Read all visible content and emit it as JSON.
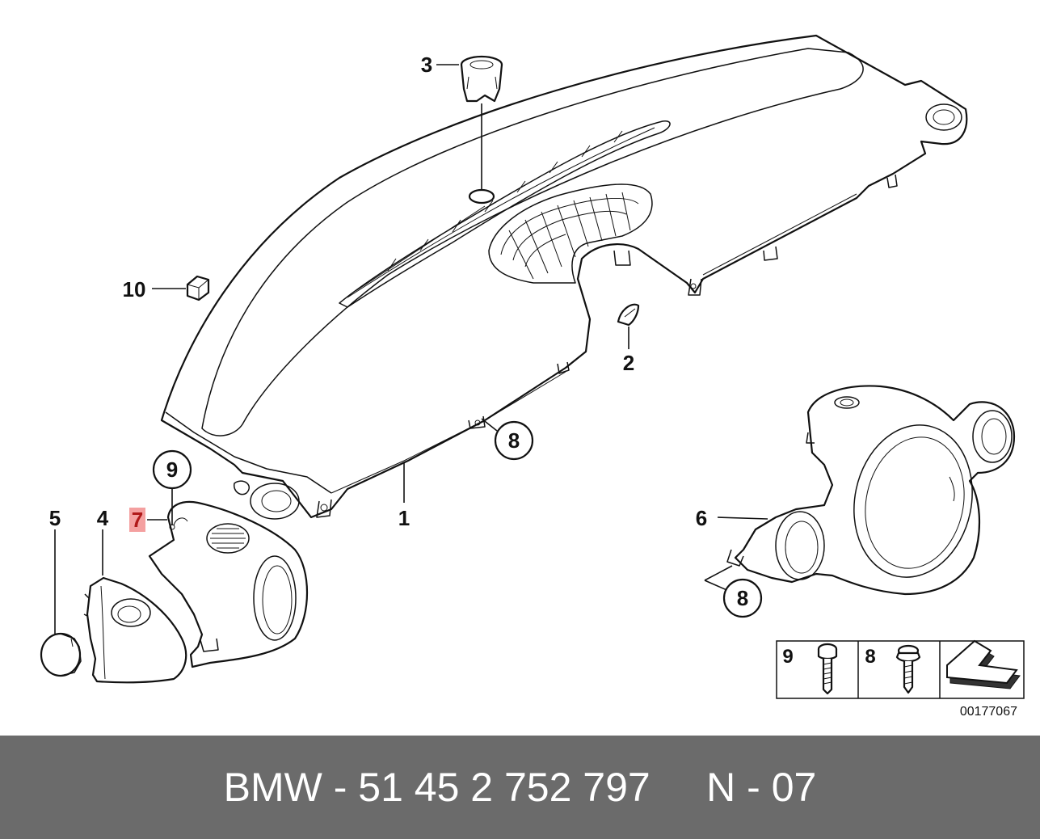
{
  "callouts": {
    "p1": "1",
    "p2": "2",
    "p3": "3",
    "p4": "4",
    "p5": "5",
    "p6": "6",
    "p7": "7",
    "p8a": "8",
    "p8b": "8",
    "p9": "9",
    "p10": "10"
  },
  "legend": {
    "screw9": "9",
    "screw8": "8"
  },
  "reference_number": "00177067",
  "highlight_color": "#f4a0a0",
  "footer": {
    "text": "BMW - 51 45 2 752 797     N - 07",
    "background": "#6b6b6b"
  }
}
